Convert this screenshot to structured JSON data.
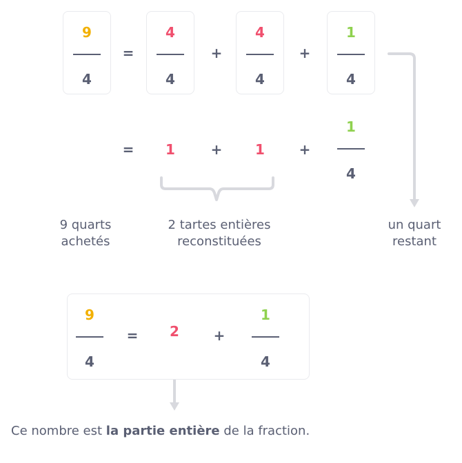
{
  "colors": {
    "nine": "#f2b000",
    "four_part": "#f0506e",
    "one_part": "#8fd14f",
    "text": "#5a5f73",
    "arrow": "#d8d9de"
  },
  "row1": {
    "lhs": {
      "num": "9",
      "den": "4"
    },
    "eq": "=",
    "terms": [
      {
        "num": "4",
        "den": "4"
      },
      {
        "num": "4",
        "den": "4"
      },
      {
        "num": "1",
        "den": "4"
      }
    ],
    "plus": "+"
  },
  "row2": {
    "eq": "=",
    "wholes": [
      "1",
      "1"
    ],
    "plus": "+",
    "frac": {
      "num": "1",
      "den": "4"
    }
  },
  "labels": {
    "bought": [
      "9 quarts",
      "achetés"
    ],
    "whole_tarts": [
      "2 tartes entières",
      "reconstituées"
    ],
    "remaining": [
      "un quart",
      "restant"
    ]
  },
  "result": {
    "lhs": {
      "num": "9",
      "den": "4"
    },
    "eq": "=",
    "whole": "2",
    "plus": "+",
    "frac": {
      "num": "1",
      "den": "4"
    }
  },
  "caption": {
    "before": "Ce nombre est ",
    "bold": "la partie entière",
    "after": " de la fraction."
  }
}
